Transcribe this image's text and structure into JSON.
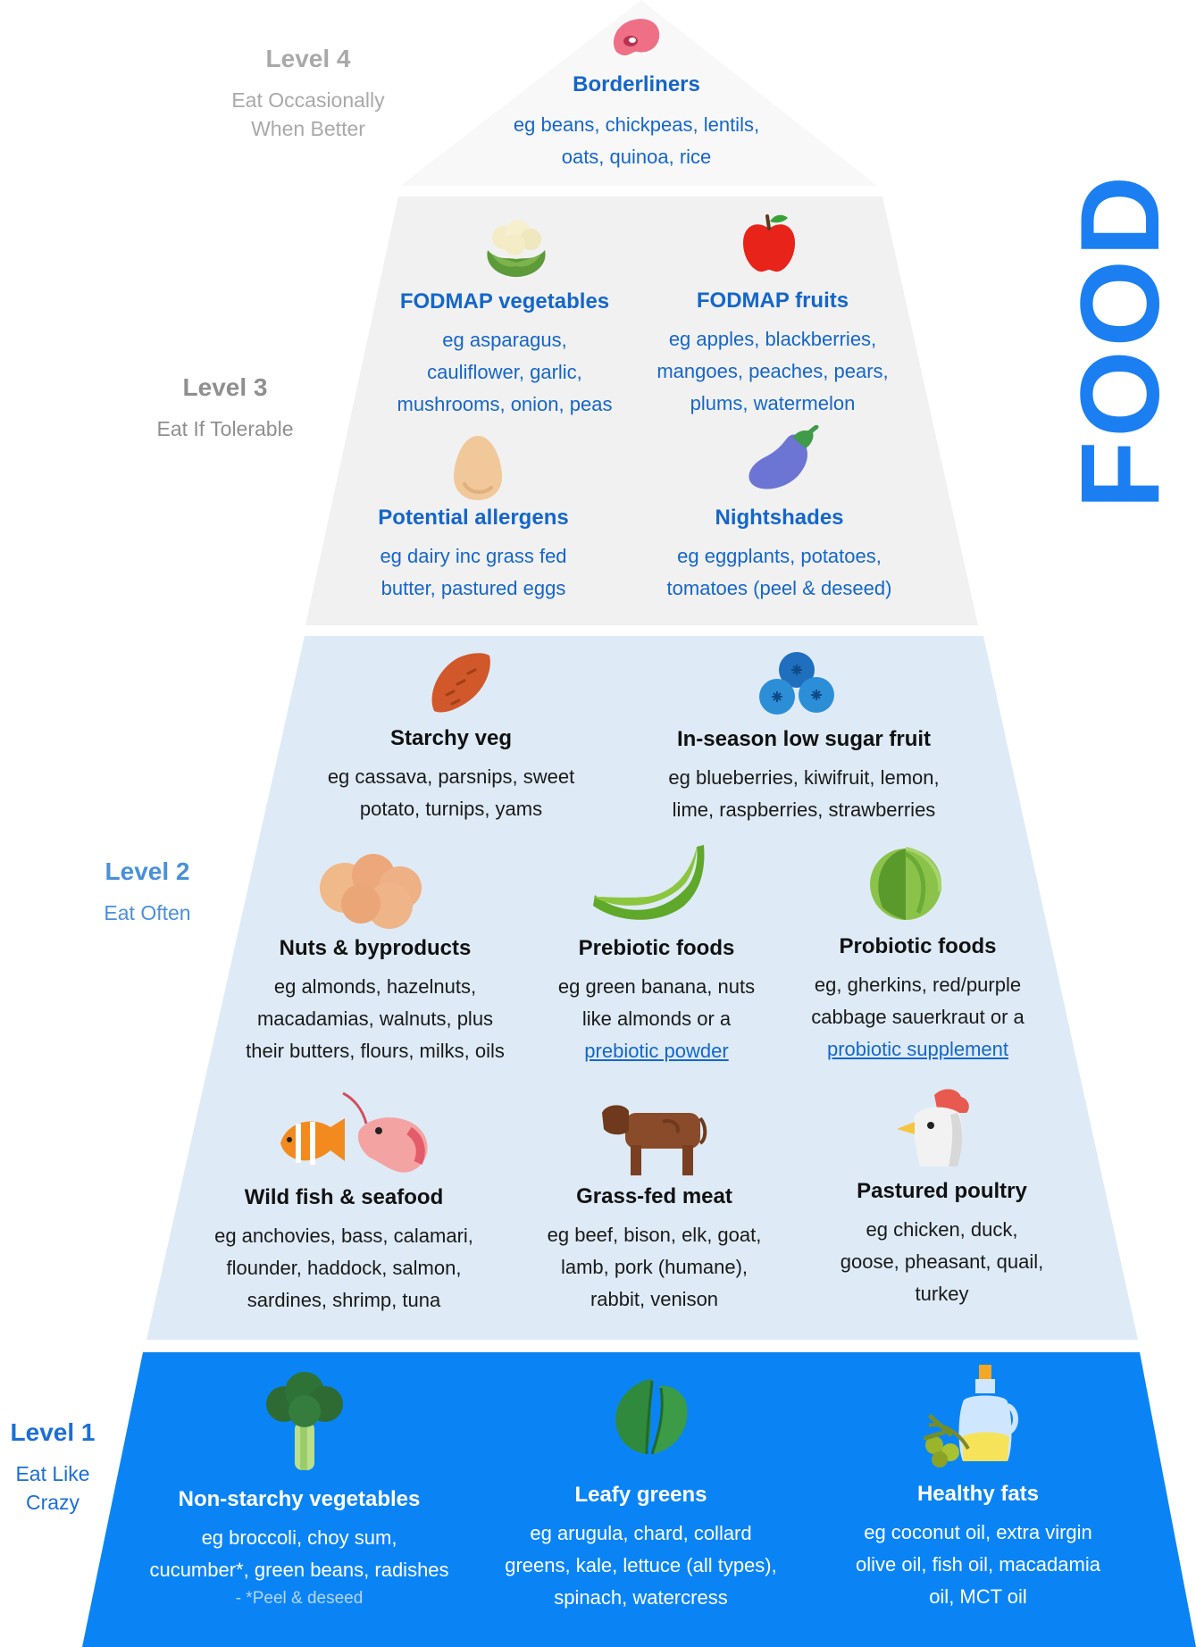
{
  "side_title": "FOOD",
  "colors": {
    "level4_fill": "#f8f8f8",
    "level3_fill": "#f1f1f1",
    "level2_fill": "#deebf7",
    "level1_fill": "#0a84f5",
    "accent": "#1b7ff2"
  },
  "levels": [
    {
      "title": "Level 4",
      "subtitle_lines": [
        "Eat Occasionally",
        "When Better"
      ]
    },
    {
      "title": "Level 3",
      "subtitle_lines": [
        "Eat If Tolerable"
      ]
    },
    {
      "title": "Level 2",
      "subtitle_lines": [
        "Eat Often"
      ]
    },
    {
      "title": "Level 1",
      "subtitle_lines": [
        "Eat Like",
        "Crazy"
      ]
    }
  ],
  "level4": {
    "borderliners": {
      "icon": "bean-icon",
      "title": "Borderliners",
      "lines": [
        "eg beans, chickpeas, lentils,",
        "oats, quinoa, rice"
      ]
    }
  },
  "level3": {
    "fodmap_veg": {
      "icon": "cauliflower-icon",
      "title": "FODMAP vegetables",
      "lines": [
        "eg asparagus,",
        "cauliflower, garlic,",
        "mushrooms, onion, peas"
      ]
    },
    "fodmap_fruits": {
      "icon": "apple-icon",
      "title": "FODMAP fruits",
      "lines": [
        "eg apples, blackberries,",
        "mangoes, peaches, pears,",
        "plums, watermelon"
      ]
    },
    "allergens": {
      "icon": "egg-icon",
      "title": "Potential allergens",
      "lines": [
        "eg dairy inc grass fed",
        "butter, pastured eggs"
      ]
    },
    "nightshades": {
      "icon": "eggplant-icon",
      "title": "Nightshades",
      "lines": [
        "eg eggplants, potatoes,",
        "tomatoes (peel & deseed)"
      ]
    }
  },
  "level2": {
    "starchy": {
      "icon": "sweet-potato-icon",
      "title": "Starchy veg",
      "lines": [
        "eg cassava, parsnips, sweet",
        "potato, turnips, yams"
      ]
    },
    "fruit": {
      "icon": "blueberries-icon",
      "title": "In-season low sugar fruit",
      "lines": [
        "eg blueberries, kiwifruit, lemon,",
        "lime, raspberries, strawberries"
      ]
    },
    "nuts": {
      "icon": "nuts-icon",
      "title": "Nuts & byproducts",
      "lines": [
        "eg almonds, hazelnuts,",
        "macadamias, walnuts, plus",
        "their butters, flours, milks, oils"
      ]
    },
    "prebiotic": {
      "icon": "green-banana-icon",
      "title": "Prebiotic foods",
      "lines": [
        "eg green banana, nuts",
        "like almonds or a"
      ],
      "link": "prebiotic powder"
    },
    "probiotic": {
      "icon": "cabbage-icon",
      "title": "Probiotic foods",
      "lines": [
        "eg, gherkins, red/purple",
        "cabbage sauerkraut or a"
      ],
      "link": "probiotic supplement"
    },
    "fish": {
      "icon": "fish-shrimp-icon",
      "title": "Wild fish & seafood",
      "lines": [
        "eg anchovies, bass, calamari,",
        "flounder, haddock, salmon,",
        "sardines, shrimp, tuna"
      ]
    },
    "meat": {
      "icon": "cow-icon",
      "title": "Grass-fed meat",
      "lines": [
        "eg beef, bison, elk, goat,",
        "lamb, pork (humane),",
        "rabbit, venison"
      ]
    },
    "poultry": {
      "icon": "chicken-icon",
      "title": "Pastured poultry",
      "lines": [
        "eg chicken, duck,",
        "goose, pheasant, quail,",
        "turkey"
      ]
    }
  },
  "level1": {
    "nonstarchy": {
      "icon": "broccoli-icon",
      "title": "Non-starchy vegetables",
      "lines": [
        "eg broccoli, choy sum,",
        "cucumber*, green beans, radishes"
      ],
      "note": "- *Peel & deseed"
    },
    "leafy": {
      "icon": "spinach-icon",
      "title": "Leafy greens",
      "lines": [
        "eg arugula, chard, collard",
        "greens, kale, lettuce (all types),",
        "spinach, watercress"
      ]
    },
    "fats": {
      "icon": "olive-oil-icon",
      "title": "Healthy fats",
      "lines": [
        "eg coconut oil, extra virgin",
        "olive oil, fish oil, macadamia",
        "oil, MCT oil"
      ]
    }
  }
}
